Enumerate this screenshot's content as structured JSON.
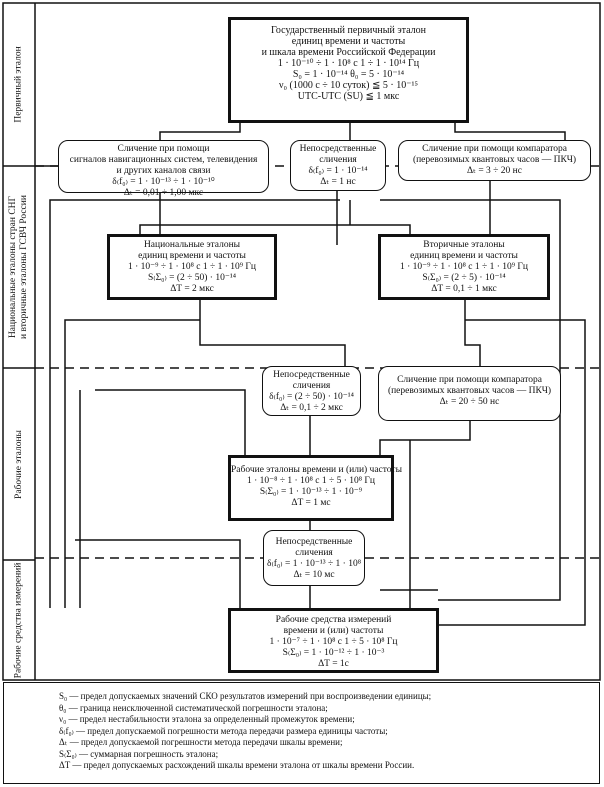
{
  "sections": [
    "Первичный эталон",
    "Национальные эталоны стран СНГ|и вторичные эталоны ГСВЧ России",
    "Рабочие эталоны",
    "Рабочие средства измерений"
  ],
  "primary": [
    "Государственный первичный эталон",
    "единиц времени и частоты",
    "и шкала времени Российской Федерации",
    "1 · 10⁻¹⁰ ÷ 1 · 10⁸ с    1 ÷ 1 · 10¹⁴ Гц",
    "S₀ = 1 · 10⁻¹⁴    θ₀ = 5 · 10⁻¹⁴",
    "ν₀  (1000 с ÷ 10 суток) ≦ 5 · 10⁻¹⁵",
    "UTC-UTC (SU) ≦ 1 мкс"
  ],
  "compare_signals": [
    "Сличение при помощи",
    "сигналов навигационных систем, телевидения",
    "и других каналов связи",
    "δ₍f₀₎ = 1 · 10⁻¹³ ÷ 1 · 10⁻¹⁰",
    "Δₜ = 0,01 ÷ 1,00 мкс"
  ],
  "direct_1": [
    "Непосредственные",
    "сличения",
    "δ₍f₀₎ = 1 · 10⁻¹⁴",
    "Δₜ = 1 нс"
  ],
  "comparator_1": [
    "Сличение при помощи компаратора",
    "(перевозимых квантовых часов — ПКЧ)",
    "Δₜ = 3 ÷ 20 нс"
  ],
  "national": [
    "Национальные эталоны",
    "единиц времени и частоты",
    "1 · 10⁻⁹ ÷ 1 · 10⁸ с    1 ÷ 1 · 10⁹ Гц",
    "S₍Σ₀₎ = (2 ÷ 50) · 10⁻¹⁴",
    "ΔT = 2 мкс"
  ],
  "secondary": [
    "Вторичные эталоны",
    "единиц времени и частоты",
    "1 · 10⁻⁹ ÷ 1 · 10⁸ с    1 ÷ 1 · 10⁹ Гц",
    "S₍Σ₀₎ = (2 ÷ 5) · 10⁻¹⁴",
    "ΔT = 0,1 ÷ 1 мкс"
  ],
  "direct_2": [
    "Непосредственные",
    "сличения",
    "δ₍f₀₎ = (2 ÷ 50) · 10⁻¹⁴",
    "Δₜ = 0,1 ÷ 2 мкс"
  ],
  "comparator_2": [
    "Сличение при помощи компаратора",
    "(перевозимых квантовых часов — ПКЧ)",
    "Δₜ = 20 ÷ 50 нс"
  ],
  "working": [
    "Рабочие эталоны времени и (или) частоты",
    "1 · 10⁻⁸ ÷ 1 · 10⁸ с    1 ÷ 5 · 10⁸ Гц",
    "S₍Σ₀₎ = 1 · 10⁻¹³ ÷ 1 · 10⁻⁹",
    "ΔT = 1 мс"
  ],
  "direct_3": [
    "Непосредственные",
    "сличения",
    "δ₍f₀₎ = 1 · 10⁻¹³ ÷ 1 · 10⁸",
    "Δₜ = 10 мс"
  ],
  "instruments": [
    "Рабочие средства измерений",
    "времени и (или) частоты",
    "1 · 10⁻⁷ ÷ 1 · 10⁸ с    1 ÷ 5 · 10⁸ Гц",
    "S₍Σ₀₎ = 1 · 10⁻¹² ÷ 1 · 10⁻³",
    "ΔT = 1с"
  ],
  "legend": [
    "S₀  —  предел допускаемых значений СКО результатов измерений при воспроизведении единицы;",
    "θ₀  —  граница неисключенной систематической погрешности эталона;",
    "ν₀  —  предел нестабильности эталона за определенный промежуток времени;",
    "δ₍f₀₎  —  предел допускаемой погрешности метода передачи размера единицы частоты;",
    "Δₜ  —  предел допускаемой погрешности метода передачи шкалы времени;",
    "S₍Σ₀₎  —  суммарная погрешность эталона;",
    "ΔT  —  предел допускаемых расхождений шкалы времени эталона от шкалы времени России."
  ]
}
